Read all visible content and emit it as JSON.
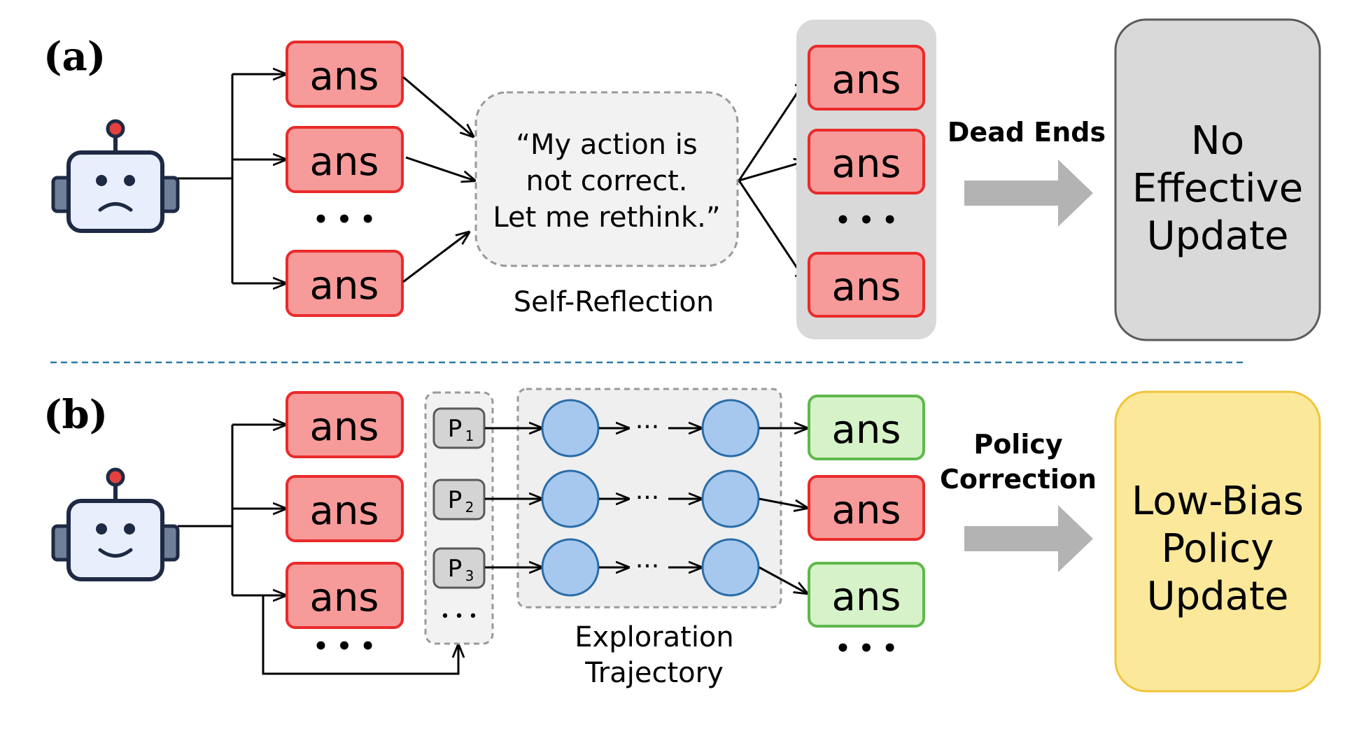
{
  "panel_a": {
    "label": "(a)",
    "ans_left": [
      "ans",
      "ans",
      "ans"
    ],
    "ellipsis_left": "• • •",
    "quote_lines": [
      "“My action is",
      "not correct.",
      "Let me rethink.”"
    ],
    "quote_caption": "Self-Reflection",
    "ans_right": [
      "ans",
      "ans",
      "ans"
    ],
    "ellipsis_right": "• • •",
    "arrow_label": "Dead Ends",
    "result_lines": [
      "No",
      "Effective",
      "Update"
    ]
  },
  "panel_b": {
    "label": "(b)",
    "ans_left": [
      "ans",
      "ans",
      "ans"
    ],
    "ellipsis_left": "• • •",
    "prompts": [
      {
        "base": "P",
        "sub": "1"
      },
      {
        "base": "P",
        "sub": "2"
      },
      {
        "base": "P",
        "sub": "3"
      }
    ],
    "prompt_more": "• • •",
    "chain_dots": "···",
    "exploration_caption": [
      "Exploration",
      "Trajectory"
    ],
    "ans_right": [
      {
        "text": "ans",
        "status": "correct"
      },
      {
        "text": "ans",
        "status": "wrong"
      },
      {
        "text": "ans",
        "status": "correct"
      }
    ],
    "ellipsis_right": "• • •",
    "arrow_label": [
      "Policy",
      "Correction"
    ],
    "result_lines": [
      "Low-Bias",
      "Policy",
      "Update"
    ]
  },
  "colors": {
    "ans_red_fill": "#f79a9a",
    "ans_red_stroke": "#ea2a2a",
    "ans_green_fill": "#d6f2c8",
    "ans_green_stroke": "#5fb84c",
    "node_fill": "#a7c8ee",
    "node_stroke": "#2b6da8",
    "gray_panel": "#d9d9d9",
    "yellow_panel": "#fbe89a",
    "yellow_stroke": "#f0c53b",
    "arrow_gray": "#b3b3b3",
    "divider": "#2b7aa8",
    "robot_face": "#e8eefb",
    "robot_ear": "#6f7f9a",
    "robot_antenna": "#e2413d"
  },
  "icons": {
    "robot_a": "sad-robot-icon",
    "robot_b": "happy-robot-icon"
  }
}
